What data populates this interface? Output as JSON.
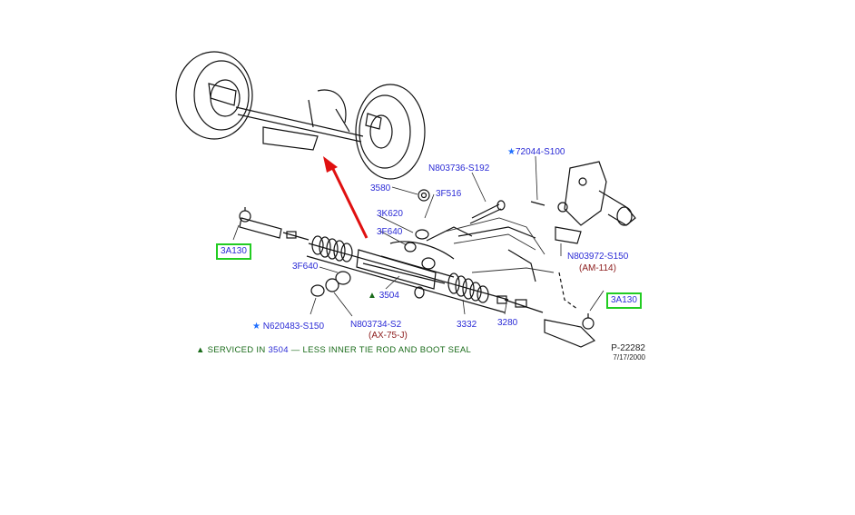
{
  "labels": {
    "part_72044": "72044-S100",
    "part_N803736": "N803736-S192",
    "part_3580": "3580",
    "part_3F516": "3F516",
    "part_3K620": "3K620",
    "part_3F640_a": "3F640",
    "part_3F640_b": "3F640",
    "part_3A130_left": "3A130",
    "part_3A130_right": "3A130",
    "part_N803972": "N803972-S150",
    "part_AM114": "(AM-114)",
    "part_3504": "3504",
    "part_N620483": "N620483-S150",
    "part_N803734": "N803734-S2",
    "part_AX75J": "(AX-75-J)",
    "part_3332": "3332",
    "part_3280": "3280"
  },
  "note": {
    "prefix": "SERVICED IN",
    "number": "3504",
    "suffix": "— LESS INNER TIE ROD AND BOOT SEAL"
  },
  "reference": {
    "code": "P-22282",
    "date": "7/17/2000"
  },
  "colors": {
    "label_blue": "#2b2bd6",
    "spec_red": "#8b1a1a",
    "note_green": "#1a6b1a",
    "highlight_green": "#22cc22",
    "arrow_red": "#e01010",
    "star_blue": "#1f6fff"
  }
}
